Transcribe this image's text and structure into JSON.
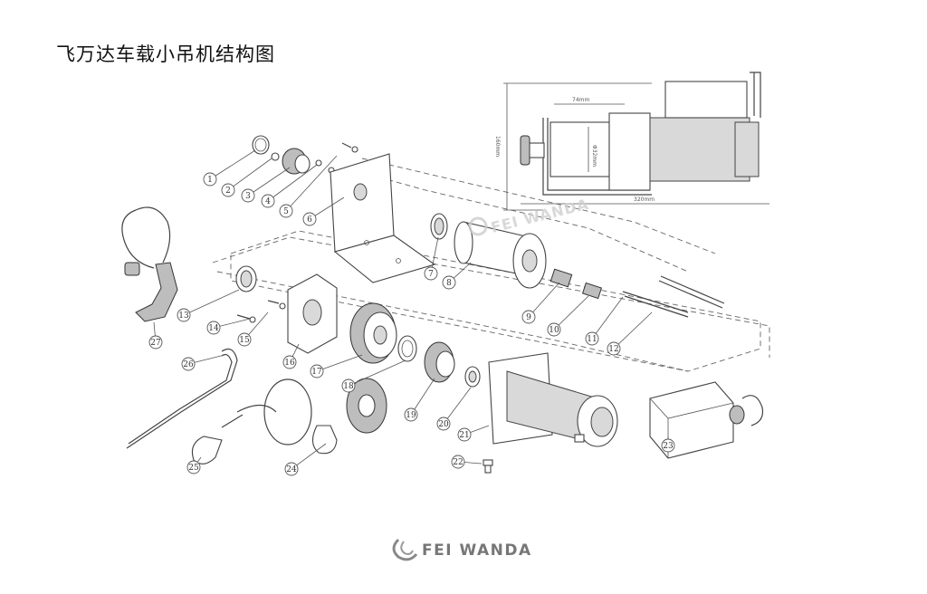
{
  "title": "飞万达车载小吊机结构图",
  "callouts": [
    "1",
    "2",
    "3",
    "4",
    "5",
    "6",
    "7",
    "8",
    "9",
    "10",
    "11",
    "12",
    "13",
    "14",
    "15",
    "16",
    "17",
    "18",
    "19",
    "20",
    "21",
    "22",
    "23",
    "24",
    "25",
    "26",
    "27"
  ],
  "inset": {
    "dim_width_top": "74mm",
    "dim_height": "160mm",
    "dim_diameter": "Φ32mm",
    "dim_total": "320mm"
  },
  "watermark": "FEI WANDA",
  "brand": "FEI WANDA"
}
